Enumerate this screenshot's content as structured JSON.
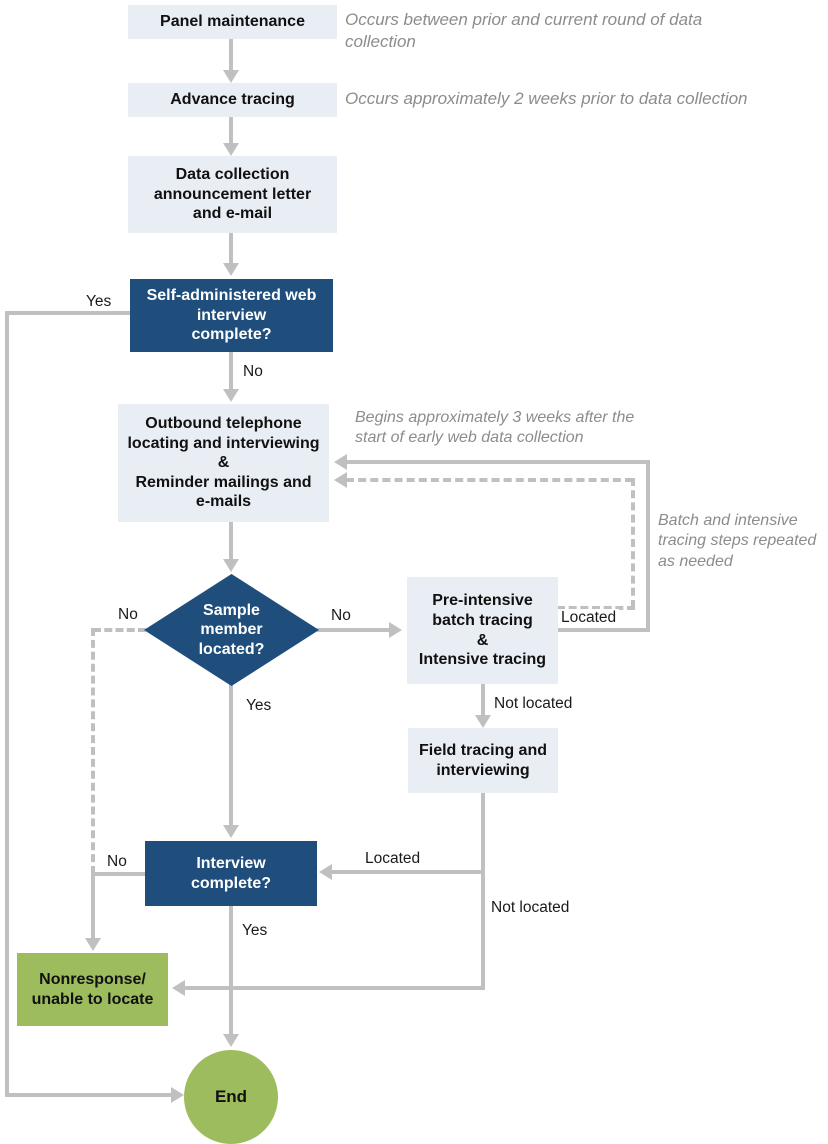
{
  "colors": {
    "node_fill_light": "#e9edf4",
    "node_fill_dark": "#1f4e7c",
    "node_fill_green": "#9dbc5e",
    "connector_gray": "#c0c0c0",
    "annotation_gray": "#8c8c8c"
  },
  "nodes": {
    "panel_maintenance": {
      "label": "Panel maintenance"
    },
    "advance_tracing": {
      "label": "Advance tracing"
    },
    "announcement": {
      "label": "Data collection\nannouncement letter\nand e-mail"
    },
    "web_interview": {
      "label": "Self-administered web\ninterview\ncomplete?"
    },
    "outbound": {
      "label": "Outbound telephone\nlocating and interviewing\n&\nReminder mailings and\ne-mails"
    },
    "sample_located": {
      "label": "Sample\nmember\nlocated?"
    },
    "batch_tracing": {
      "label": "Pre-intensive\nbatch tracing\n&\nIntensive tracing"
    },
    "field_tracing": {
      "label": "Field tracing and\ninterviewing"
    },
    "interview_complete": {
      "label": "Interview\ncomplete?"
    },
    "nonresponse": {
      "label": "Nonresponse/\nunable to locate"
    },
    "end": {
      "label": "End"
    }
  },
  "annotations": {
    "panel": "Occurs between prior and current round of data\ncollection",
    "advance": "Occurs approximately 2 weeks prior to data collection",
    "outbound": "Begins approximately 3 weeks after the\nstart of early web data collection",
    "tracing_loop": "Batch and intensive\ntracing steps repeated\nas needed"
  },
  "edge_labels": {
    "web_yes": "Yes",
    "web_no": "No",
    "sample_no_left": "No",
    "sample_no_right": "No",
    "sample_yes": "Yes",
    "batch_located": "Located",
    "batch_not_located": "Not located",
    "field_located": "Located",
    "field_not_located": "Not located",
    "interview_no": "No",
    "interview_yes": "Yes"
  }
}
